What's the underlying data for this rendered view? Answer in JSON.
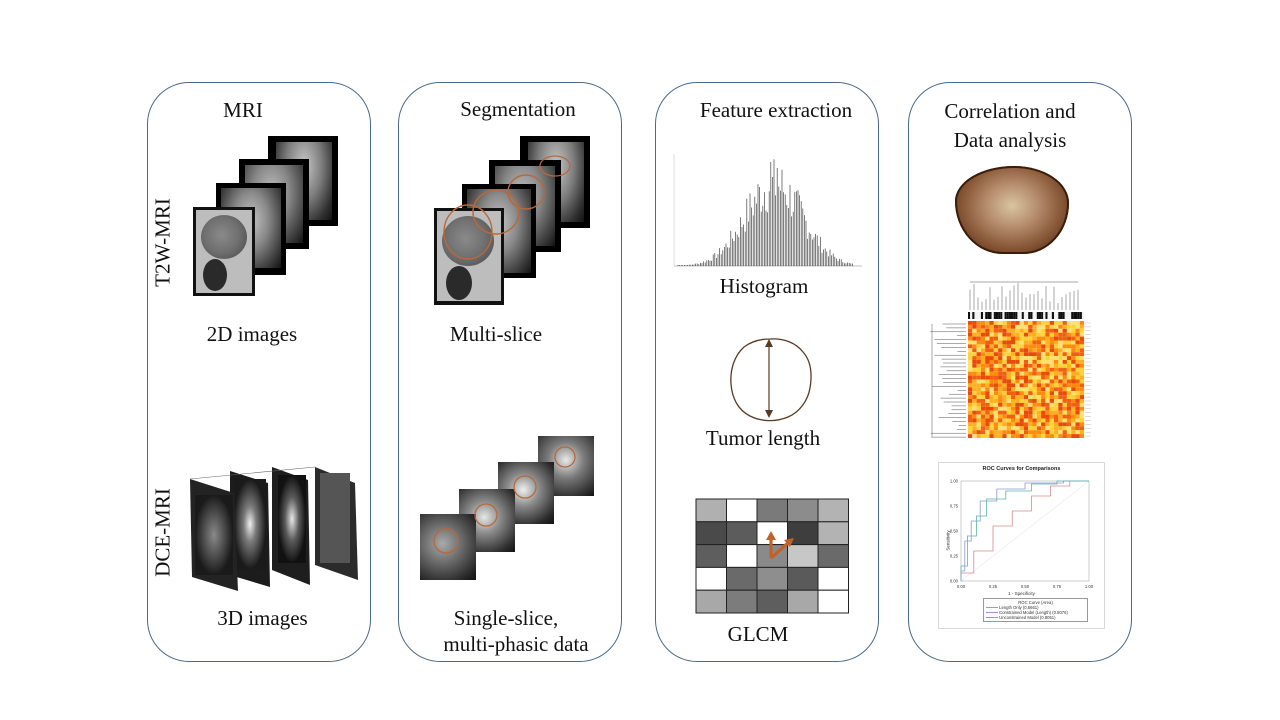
{
  "panels": {
    "mri": {
      "title": "MRI",
      "t2w_label": "T2W-MRI",
      "t2w_caption": "2D images",
      "dce_label": "DCE-MRI",
      "dce_caption": "3D images"
    },
    "segmentation": {
      "title": "Segmentation",
      "caption_top": "Multi-slice",
      "caption_bottom_line1": "Single-slice,",
      "caption_bottom_line2": "multi-phasic data"
    },
    "features": {
      "title": "Feature extraction",
      "histogram_caption": "Histogram",
      "length_caption": "Tumor length",
      "glcm_caption": "GLCM",
      "glcm_cells": [
        [
          "#b0b0b0",
          "#ffffff",
          "#7a7a7a",
          "#8c8c8c",
          "#b3b3b3"
        ],
        [
          "#4a4a4a",
          "#5c5c5c",
          "#ffffff",
          "#3e3e3e",
          "#b3b3b3"
        ],
        [
          "#5e5e5e",
          "#ffffff",
          "#8a8a8a",
          "#c7c7c7",
          "#6a6a6a"
        ],
        [
          "#ffffff",
          "#6a6a6a",
          "#8e8e8e",
          "#5a5a5a",
          "#ffffff"
        ],
        [
          "#a8a8a8",
          "#7c7c7c",
          "#5e5e5e",
          "#a8a8a8",
          "#ffffff"
        ]
      ]
    },
    "analysis": {
      "title_line1": "Correlation and",
      "title_line2": "Data analysis",
      "roc": {
        "title": "ROC Curves for Comparisons",
        "xlabel": "1 - Specificity",
        "ylabel": "Sensitivity",
        "x_ticks": [
          "0.00",
          "0.25",
          "0.50",
          "0.75",
          "1.00"
        ],
        "y_ticks": [
          "0.00",
          "0.25",
          "0.50",
          "0.75",
          "1.00"
        ],
        "legend_title": "ROC Curve (Area)",
        "legend": [
          {
            "label": "Length Only (0.6661)",
            "color": "#d98a8a"
          },
          {
            "label": "Constrained Model (Length) (0.8076)",
            "color": "#8a9ad9"
          },
          {
            "label": "Unconstrained Model (0.8051)",
            "color": "#5fb3a8"
          }
        ]
      }
    }
  },
  "colors": {
    "border": "#4a6a8a",
    "contour": "#b8683a",
    "arrow": "#5a3a22",
    "glcm_arrow": "#c0622a"
  }
}
